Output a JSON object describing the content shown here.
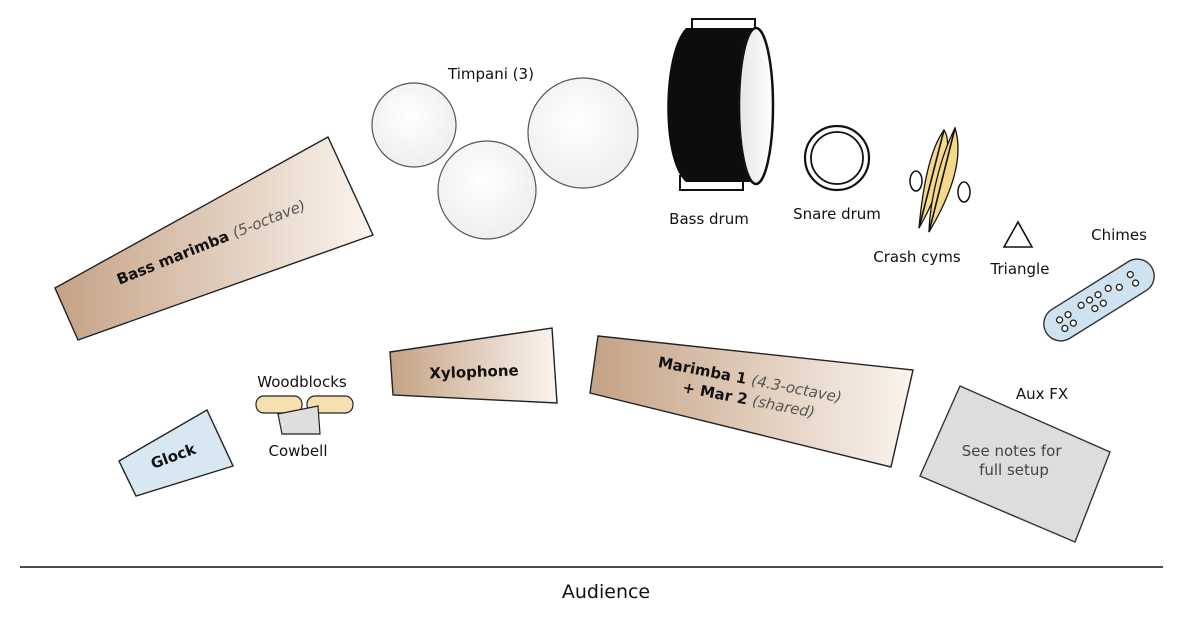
{
  "diagram": {
    "title": "Percussion stage setup",
    "audience_label": "Audience",
    "instruments": {
      "timpani": {
        "label": "Timpani (3)"
      },
      "bass_drum": {
        "label": "Bass drum"
      },
      "snare_drum": {
        "label": "Snare drum"
      },
      "crash_cymbals": {
        "label": "Crash cyms"
      },
      "triangle": {
        "label": "Triangle"
      },
      "chimes": {
        "label": "Chimes"
      },
      "bass_marimba": {
        "label": "Bass marimba",
        "note": "(5-octave)"
      },
      "xylophone": {
        "label": "Xylophone"
      },
      "marimba": {
        "line1_label": "Marimba 1",
        "line1_note": "(4.3-octave)",
        "line2_label": "+ Mar 2",
        "line2_note": "(shared)"
      },
      "woodblocks": {
        "label": "Woodblocks"
      },
      "cowbell": {
        "label": "Cowbell"
      },
      "glock": {
        "label": "Glock"
      },
      "aux_fx": {
        "label": "Aux FX",
        "note_line1": "See notes for",
        "note_line2": "full setup"
      }
    }
  },
  "colors": {
    "wood_dark": "#c4a285",
    "wood_light": "#fbf4ee",
    "glock_fill": "#d8e8f3",
    "aux_fill": "#dddddd",
    "chimes_fill": "#cfe2f0",
    "timpani_fill": "#ededed",
    "cymbal_fill": "#f4d98a",
    "woodblock_fill": "#f6dfb0",
    "outline": "#222222"
  }
}
